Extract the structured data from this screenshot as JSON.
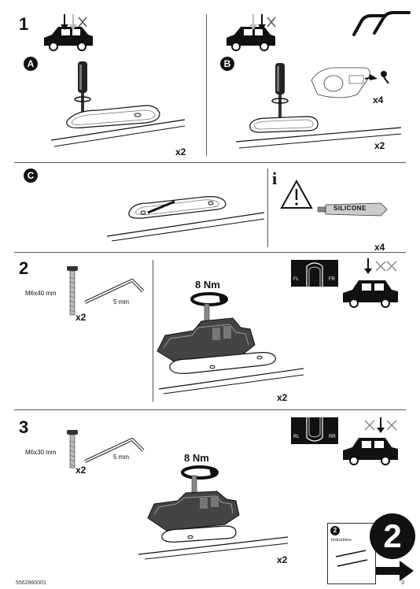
{
  "steps": {
    "s1": "1",
    "s2": "2",
    "s3": "3"
  },
  "sub_labels": {
    "a": "A",
    "b": "B",
    "c": "C"
  },
  "quantities": {
    "a": "x2",
    "b": "x2",
    "b_mirror": "x4",
    "c": "x4",
    "step2_screw": "x2",
    "step2_foot": "x2",
    "step3_screw": "x2",
    "step3_foot": "x2"
  },
  "torque": {
    "step2": "8 Nm",
    "step3": "8 Nm"
  },
  "screws": {
    "step2": "M6x40 mm",
    "step3": "M6x30 mm"
  },
  "hex_key": {
    "step2": "5 mm",
    "step3": "5 mm"
  },
  "silicone": {
    "tube_label": "SILICONE"
  },
  "warning_icon": "info-icon",
  "position_labels": {
    "fl": "FL",
    "fr": "FR",
    "rl": "RL",
    "rr": "RR"
  },
  "next_page": {
    "number": "2",
    "booklet_title": "Instructions",
    "booklet_number": "2"
  },
  "footer": {
    "code": "5562860001",
    "page": "3"
  }
}
